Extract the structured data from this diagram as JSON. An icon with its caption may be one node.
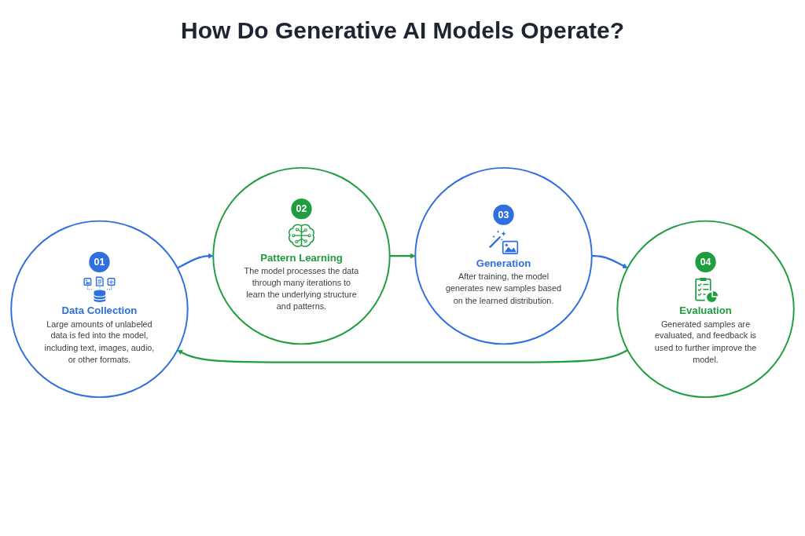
{
  "diagram": {
    "title": "How Do Generative AI Models Operate?",
    "nodes": [
      {
        "text": [
          "01",
          "Data Collection",
          "Large amounts of unlabeled data is fed into the model, including text, images, audio, or other formats."
        ]
      },
      {
        "text": [
          "02",
          "Pattern Learning",
          "The model processes the data through many iterations to learn the underlying structure and patterns."
        ]
      },
      {
        "text": [
          "03",
          "Generation",
          "After training, the model generates new samples based on the learned distribution."
        ]
      },
      {
        "text": [
          "04",
          "Evaluation",
          "Generated samples are evaluated, and feedback is used to further improve the model."
        ]
      }
    ],
    "edges": [
      {
        "from": 0,
        "to": 1,
        "arrow": "to",
        "color": "#2f6fde"
      },
      {
        "from": 1,
        "to": 2,
        "arrow": "to",
        "color": "#1f9d3f"
      },
      {
        "from": 2,
        "to": 3,
        "arrow": "to",
        "color": "#2f6fde"
      },
      {
        "from": 3,
        "to": 0,
        "arrow": "to",
        "color": "#1f9d3f"
      }
    ]
  }
}
